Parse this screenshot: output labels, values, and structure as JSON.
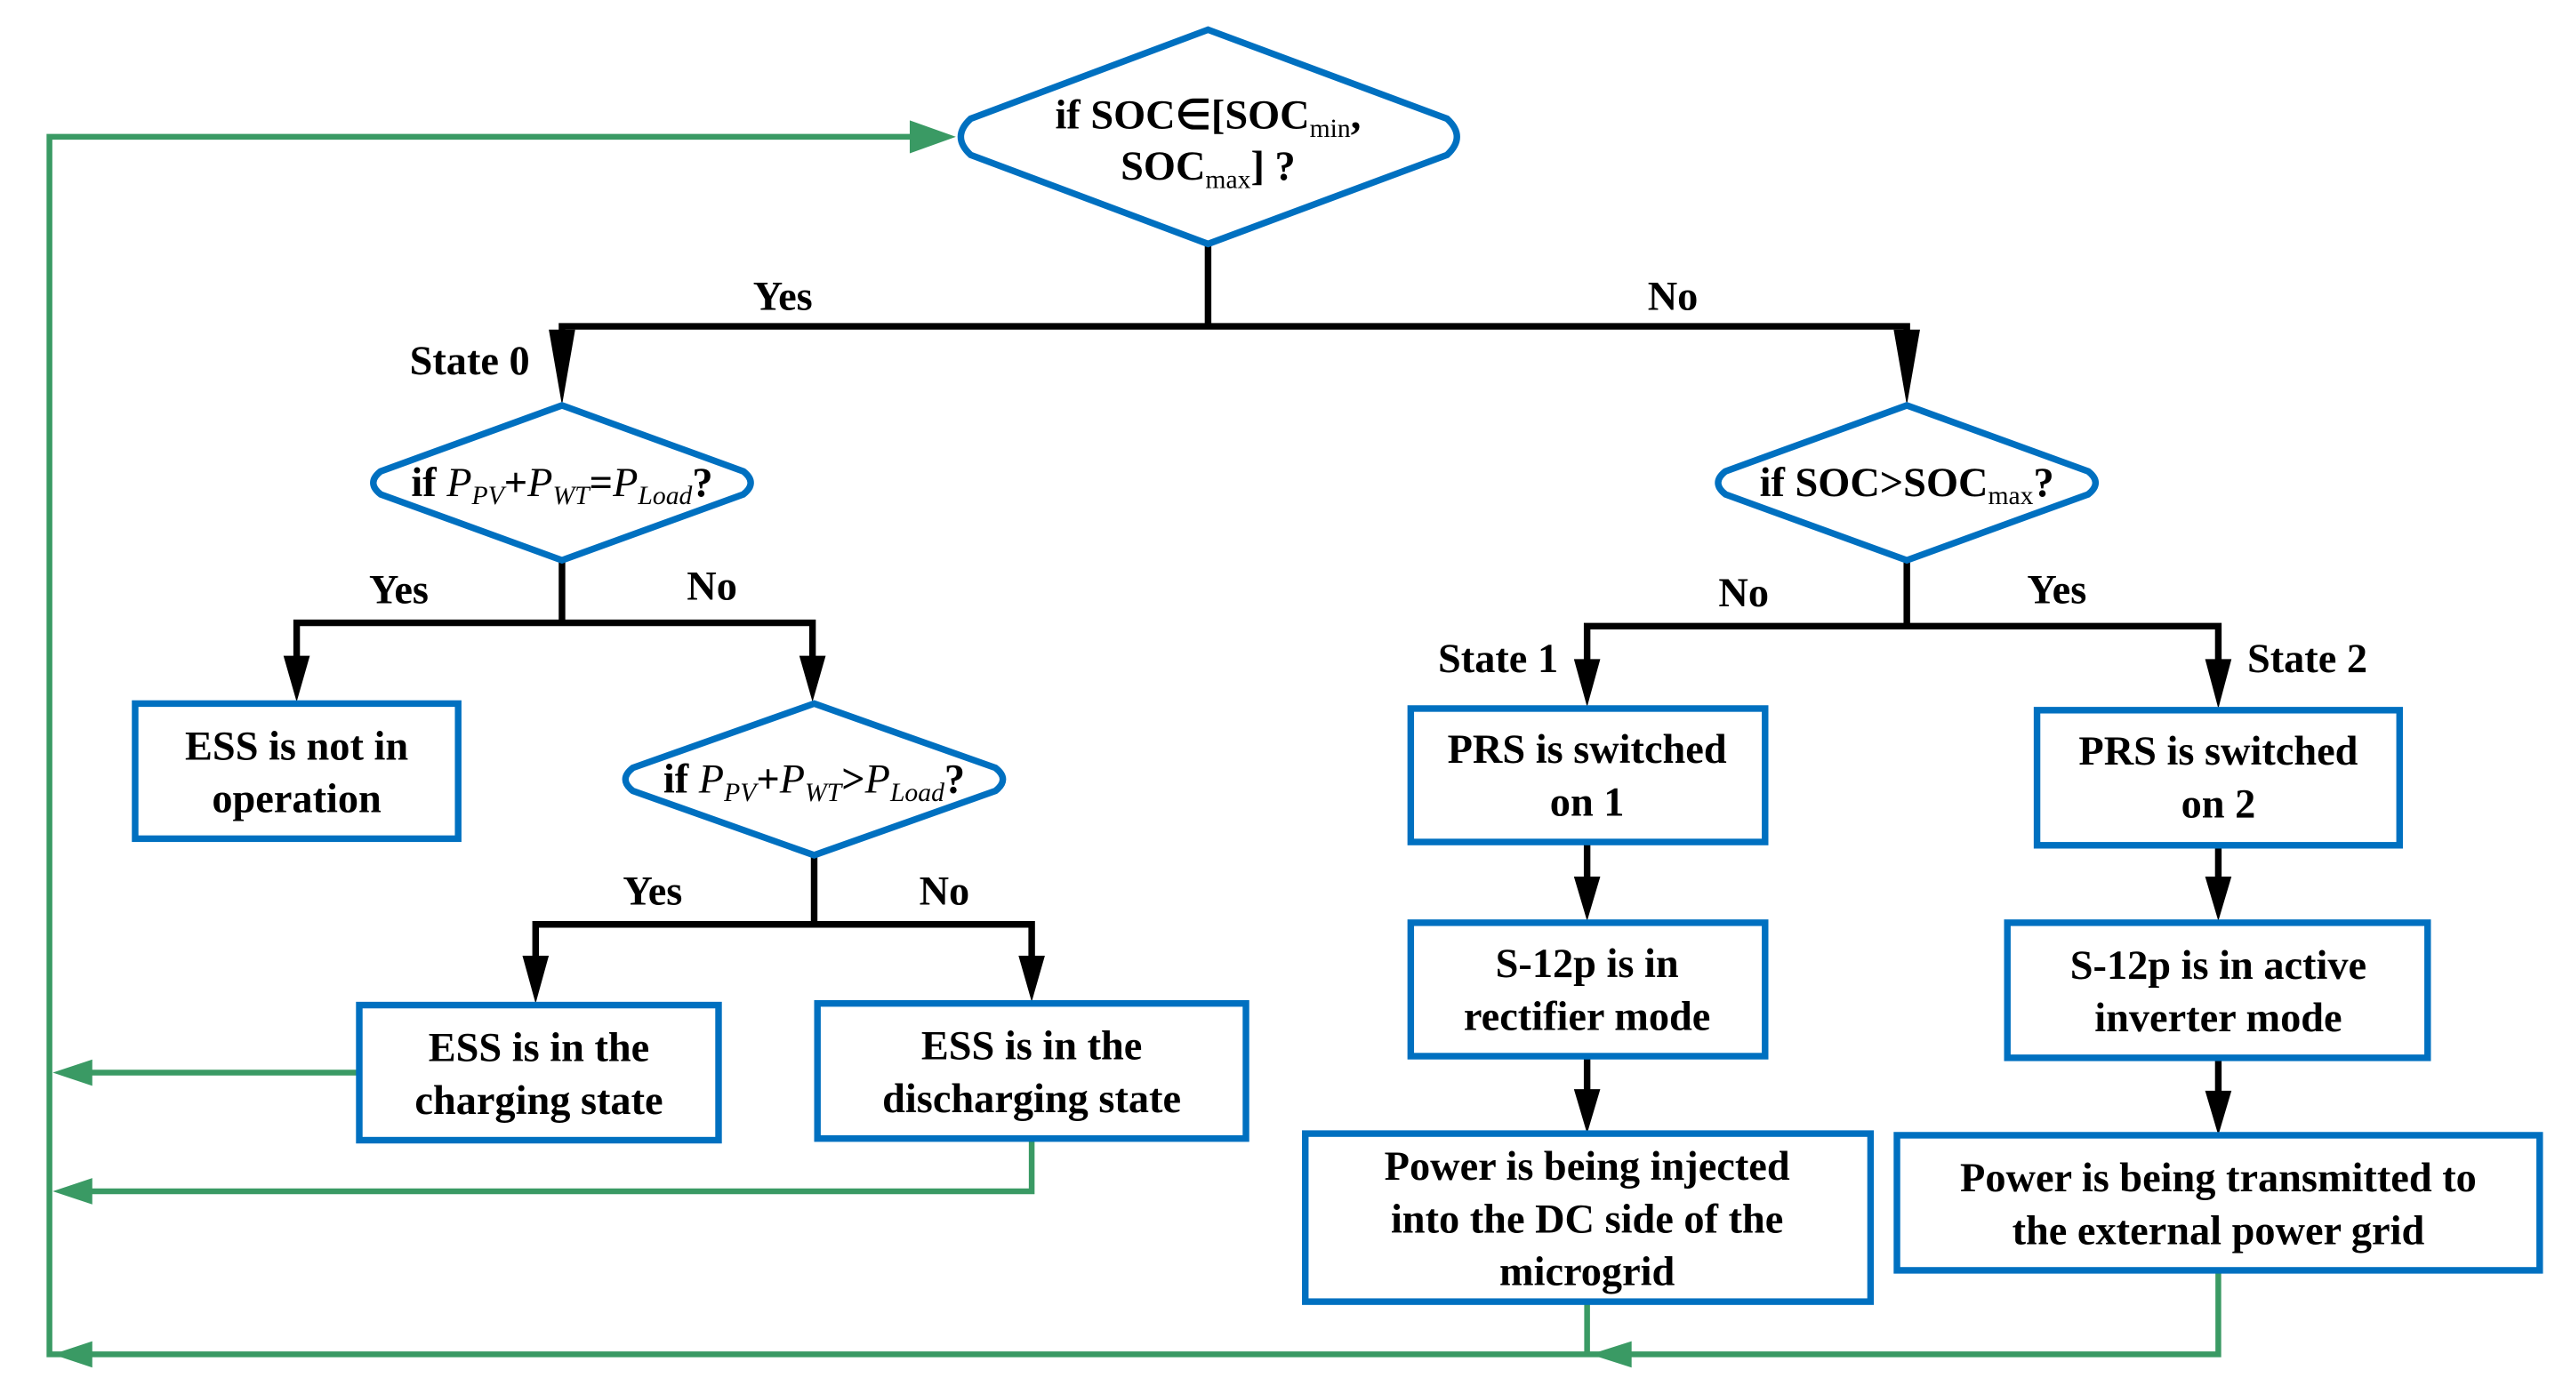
{
  "colors": {
    "box_border": "#0070c0",
    "flow_line": "#000000",
    "feedback_line": "#3a9a64"
  },
  "top_decision": {
    "l1_a": "if SOC∈[SOC",
    "l1_sub": "min",
    "l1_b": ",",
    "l2_a": "SOC",
    "l2_sub": "max",
    "l2_b": "] ?"
  },
  "branch_labels": {
    "top_yes": "Yes",
    "top_no": "No",
    "state0": "State 0",
    "state1": "State 1",
    "state2": "State 2",
    "d2_yes": "Yes",
    "d2_no": "No",
    "d3_yes": "Yes",
    "d3_no": "No",
    "dr_no": "No",
    "dr_yes": "Yes"
  },
  "decision_balance": {
    "if": "if ",
    "p1": "P",
    "s1": "PV",
    "plus": "+",
    "p2": "P",
    "s2": "WT",
    "op": "=",
    "p3": "P",
    "s3": "Load",
    "q": "?"
  },
  "decision_surplus": {
    "if": "if ",
    "p1": "P",
    "s1": "PV",
    "plus": "+",
    "p2": "P",
    "s2": "WT",
    "op": ">",
    "p3": "P",
    "s3": "Load",
    "q": "?"
  },
  "decision_soc_max": {
    "a": "if SOC>SOC",
    "sub": "max",
    "b": "?"
  },
  "boxes": {
    "not_operation": [
      "ESS is not in",
      "operation"
    ],
    "charging": [
      "ESS is in the",
      "charging state"
    ],
    "discharging": [
      "ESS is in the",
      "discharging state"
    ],
    "prs1": [
      "PRS is switched",
      "on 1"
    ],
    "prs2": [
      "PRS is switched",
      "on 2"
    ],
    "rectifier": [
      "S-12p is in",
      "rectifier mode"
    ],
    "inverter": [
      "S-12p is in active",
      "inverter mode"
    ],
    "injected": [
      "Power is being injected",
      "into the DC side of the",
      "microgrid"
    ],
    "transmitted": [
      "Power is being transmitted to",
      "the external power grid"
    ]
  }
}
